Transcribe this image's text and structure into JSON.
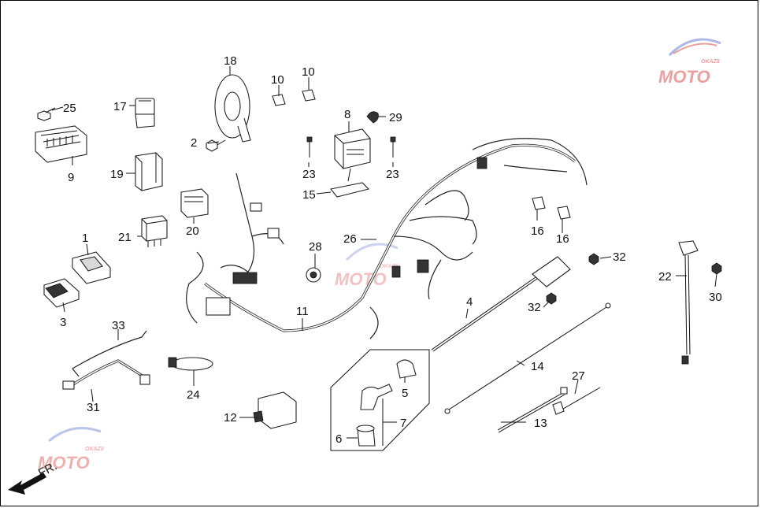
{
  "diagram": {
    "callouts": [
      "1",
      "2",
      "3",
      "4",
      "5",
      "6",
      "7",
      "8",
      "9",
      "10",
      "10",
      "11",
      "12",
      "13",
      "14",
      "15",
      "16",
      "16",
      "17",
      "18",
      "19",
      "20",
      "21",
      "22",
      "23",
      "23",
      "24",
      "25",
      "26",
      "27",
      "28",
      "29",
      "30",
      "31",
      "32",
      "32",
      "33"
    ],
    "direction_label": "FR.",
    "watermark_text": "MOTO",
    "watermark_subtext": "OKAZII",
    "colors": {
      "line": "#222222",
      "watermark_red": "#d9534f",
      "watermark_blue": "#6b7fd7"
    }
  }
}
